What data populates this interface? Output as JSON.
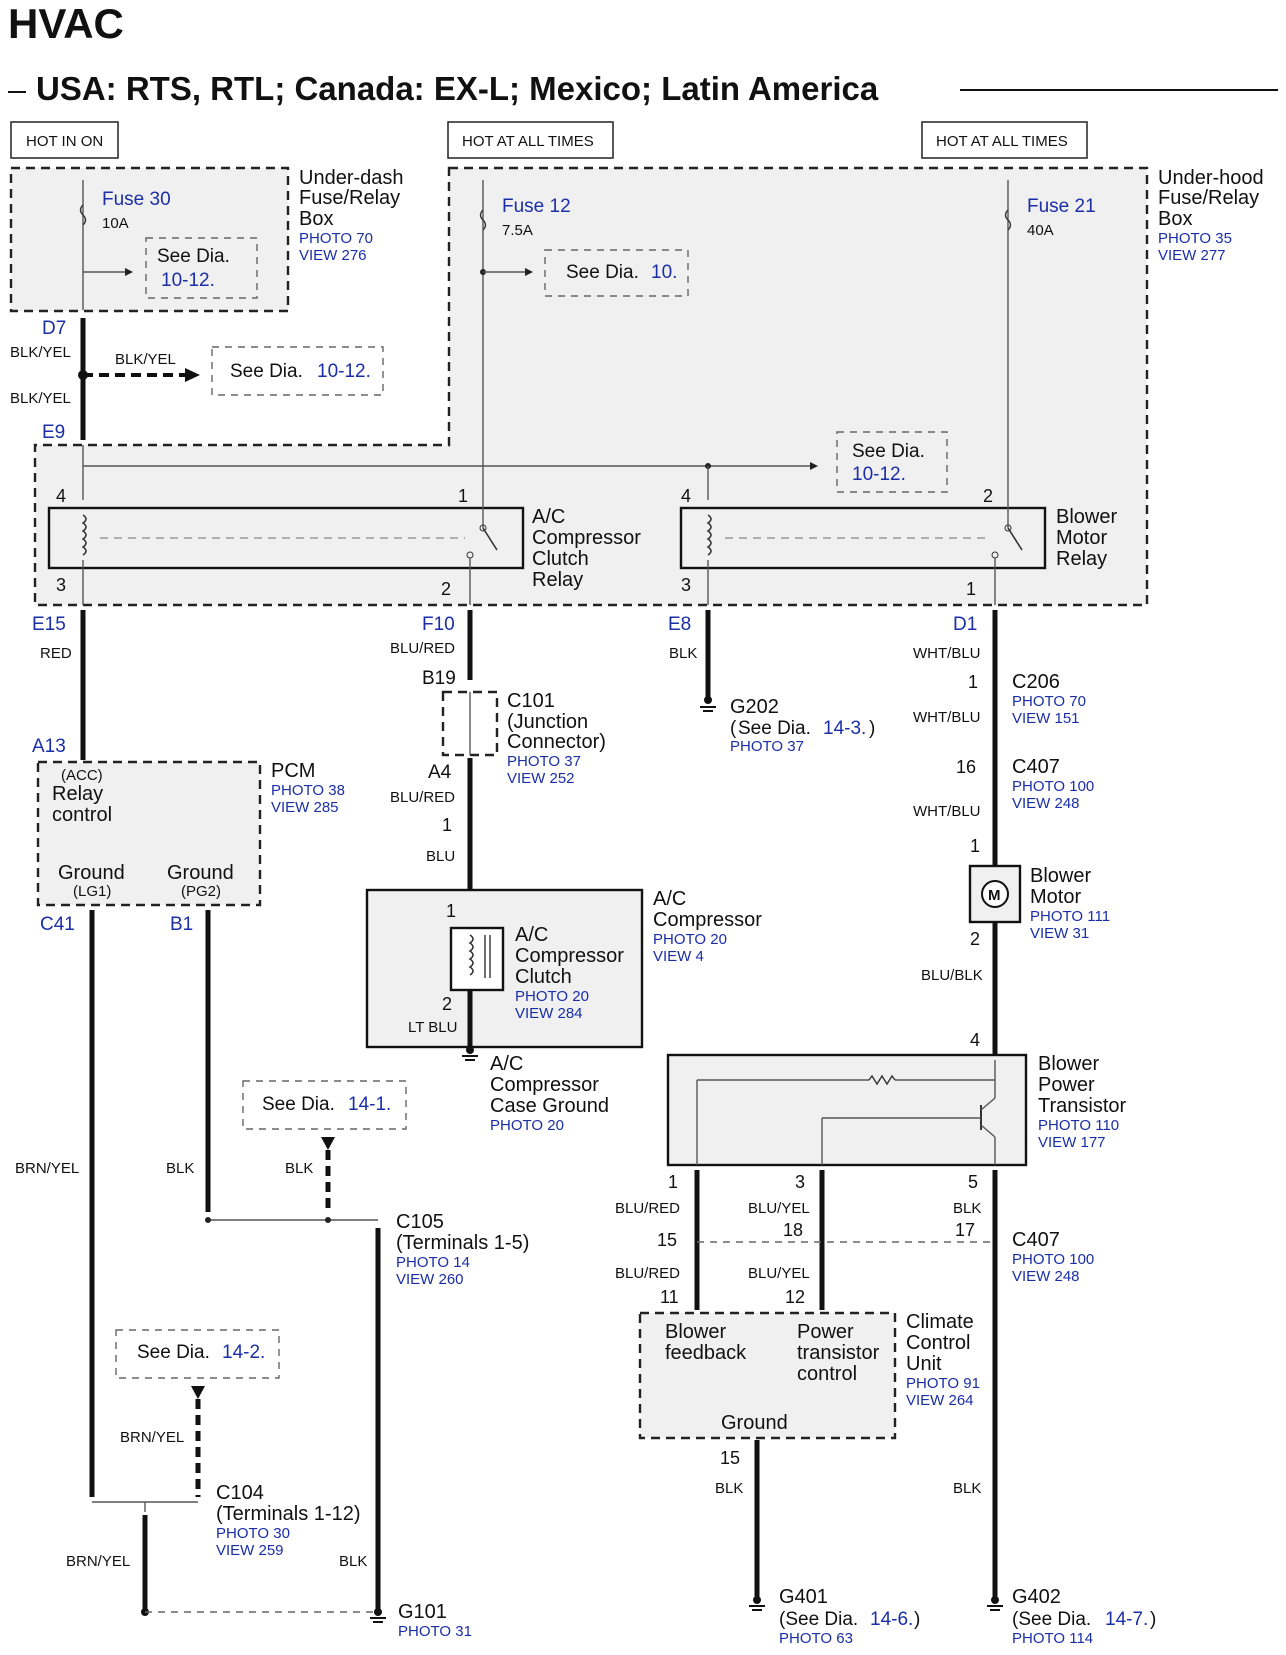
{
  "title": "HVAC",
  "subtitle": "USA: RTS, RTL; Canada: EX-L; Mexico; Latin America",
  "power_labels": {
    "hot_in_on": "HOT IN ON",
    "hot_all_1": "HOT AT ALL TIMES",
    "hot_all_2": "HOT AT ALL TIMES"
  },
  "underdash": {
    "l1": "Under-dash",
    "l2": "Fuse/Relay",
    "l3": "Box",
    "photo": "PHOTO 70",
    "view": "VIEW 276",
    "fuse": "Fuse 30",
    "amp": "10A",
    "see": "See Dia.",
    "see_ref": "10-12."
  },
  "underhood": {
    "l1": "Under-hood",
    "l2": "Fuse/Relay",
    "l3": "Box",
    "photo": "PHOTO 35",
    "view": "VIEW 277",
    "fuse12": "Fuse 12",
    "amp12": "7.5A",
    "see12": "See Dia.",
    "see12_ref": "10.",
    "fuse21": "Fuse 21",
    "amp21": "40A",
    "see_mid": "See Dia.",
    "see_mid_ref": "10-12."
  },
  "d7": {
    "conn": "D7",
    "w1": "BLK/YEL",
    "w_branch": "BLK/YEL",
    "see": "See Dia.",
    "see_ref": "10-12.",
    "w2": "BLK/YEL",
    "e9": "E9"
  },
  "ac_relay": {
    "l1": "A/C",
    "l2": "Compressor",
    "l3": "Clutch",
    "l4": "Relay",
    "p4": "4",
    "p1": "1",
    "p3": "3",
    "p2": "2"
  },
  "blower_relay": {
    "l1": "Blower",
    "l2": "Motor",
    "l3": "Relay",
    "p4": "4",
    "p2": "2",
    "p3": "3",
    "p1": "1"
  },
  "e15": {
    "conn": "E15",
    "wire": "RED",
    "a13": "A13"
  },
  "pcm": {
    "acc": "(ACC)",
    "relay1": "Relay",
    "relay2": "control",
    "name": "PCM",
    "photo": "PHOTO 38",
    "view": "VIEW 285",
    "gnd1": "Ground",
    "lg1": "(LG1)",
    "gnd2": "Ground",
    "pg2": "(PG2)",
    "c41": "C41",
    "b1": "B1"
  },
  "f10": {
    "conn": "F10",
    "w1": "BLU/RED",
    "b19": "B19",
    "c101": "C101",
    "c101a": "(Junction",
    "c101b": "Connector)",
    "photo": "PHOTO 37",
    "view": "VIEW 252",
    "a4": "A4",
    "w2": "BLU/RED",
    "p1": "1",
    "w3": "BLU"
  },
  "compressor": {
    "l1": "A/C",
    "l2": "Compressor",
    "photo": "PHOTO 20",
    "view": "VIEW 4",
    "p1": "1",
    "c1": "A/C",
    "c2": "Compressor",
    "c3": "Clutch",
    "cphoto": "PHOTO 20",
    "cview": "VIEW 284",
    "p2": "2",
    "w": "LT BLU",
    "g1": "A/C",
    "g2": "Compressor",
    "g3": "Case Ground",
    "gphoto": "PHOTO 20"
  },
  "e8": {
    "conn": "E8",
    "wire": "BLK",
    "g": "G202",
    "see": "See Dia.",
    "see_ref": "14-3.",
    "photo": "PHOTO 37"
  },
  "d1": {
    "conn": "D1",
    "w1": "WHT/BLU",
    "p1": "1",
    "c206": "C206",
    "c206p": "PHOTO 70",
    "c206v": "VIEW 151",
    "w2": "WHT/BLU",
    "p16": "16",
    "c407": "C407",
    "c407p": "PHOTO 100",
    "c407v": "VIEW 248",
    "w3": "WHT/BLU",
    "pm1": "1"
  },
  "motor": {
    "l1": "Blower",
    "l2": "Motor",
    "photo": "PHOTO 111",
    "view": "VIEW 31",
    "m": "M",
    "p2": "2",
    "w": "BLU/BLK",
    "p4": "4"
  },
  "transistor": {
    "l1": "Blower",
    "l2": "Power",
    "l3": "Transistor",
    "photo": "PHOTO 110",
    "view": "VIEW 177",
    "p1": "1",
    "p3": "3",
    "p5": "5"
  },
  "c407b": {
    "w1": "BLU/RED",
    "w2": "BLU/YEL",
    "w3": "BLK",
    "p15": "15",
    "p18": "18",
    "p17": "17",
    "name": "C407",
    "photo": "PHOTO 100",
    "view": "VIEW 248",
    "w4": "BLU/RED",
    "w5": "BLU/YEL",
    "p11": "11",
    "p12": "12"
  },
  "ccu": {
    "bf1": "Blower",
    "bf2": "feedback",
    "pt1": "Power",
    "pt2": "transistor",
    "pt3": "control",
    "gnd": "Ground",
    "l1": "Climate",
    "l2": "Control",
    "l3": "Unit",
    "photo": "PHOTO 91",
    "view": "VIEW 264",
    "p15": "15",
    "w": "BLK"
  },
  "g401": {
    "name": "G401",
    "see": "(See Dia.",
    "ref": "14-6.",
    "close": ")",
    "photo": "PHOTO 63"
  },
  "g402": {
    "wire": "BLK",
    "name": "G402",
    "see": "(See Dia.",
    "ref": "14-7.",
    "close": ")",
    "photo": "PHOTO 114"
  },
  "ground": {
    "brnyel1": "BRN/YEL",
    "blk1": "BLK",
    "see141": "See Dia.",
    "see141_ref": "14-1.",
    "blk2": "BLK",
    "c105": "C105",
    "c105t": "(Terminals 1-5)",
    "c105p": "PHOTO 14",
    "c105v": "VIEW 260",
    "see142": "See Dia.",
    "see142_ref": "14-2.",
    "brnyel2": "BRN/YEL",
    "c104": "C104",
    "c104t": "(Terminals 1-12)",
    "c104p": "PHOTO 30",
    "c104v": "VIEW 259",
    "brnyel3": "BRN/YEL",
    "blk3": "BLK",
    "g101": "G101",
    "g101p": "PHOTO 31"
  }
}
